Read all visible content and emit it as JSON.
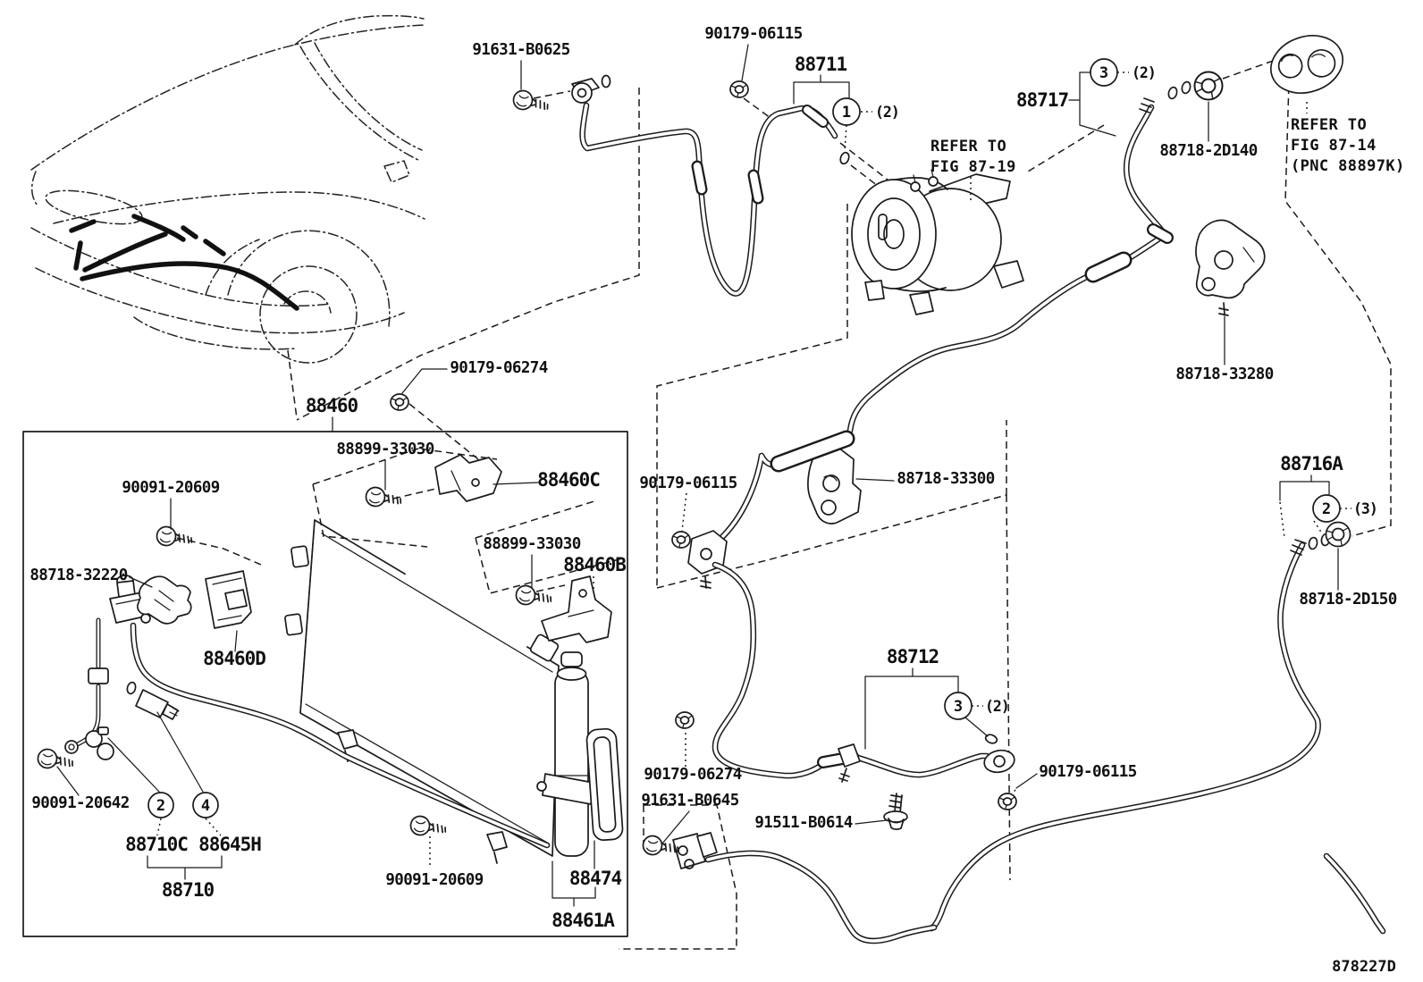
{
  "diagram": {
    "drawing_code": "878227D",
    "callouts": {
      "one": "1",
      "two": "2",
      "three": "3",
      "four": "4",
      "qty2": "(2)",
      "qty3": "(3)"
    },
    "notes": {
      "refer19_line1": "REFER TO",
      "refer19_line2": "FIG 87-19",
      "refer14_line1": "REFER TO",
      "refer14_line2": "FIG 87-14",
      "refer14_line3": "(PNC 88897K)"
    },
    "labels": {
      "bolt_91631_b0625": "91631-B0625",
      "nut_90179_06115_top": "90179-06115",
      "hose_88711": "88711",
      "pipe_88717": "88717",
      "nut_88718_2d140": "88718-2D140",
      "bracket_88718_33280": "88718-33280",
      "tube_88716a": "88716A",
      "nut_88718_2d150": "88718-2D150",
      "clamp_88718_33300": "88718-33300",
      "nut_90179_06115_mid": "90179-06115",
      "nut_90179_06274_top": "90179-06274",
      "condenser_88460": "88460",
      "screw_88899_33030_a": "88899-33030",
      "bracket_88460c": "88460C",
      "bolt_90091_20609_a": "90091-20609",
      "clamp_88718_32220": "88718-32220",
      "bracket_88460d": "88460D",
      "screw_88899_33030_b": "88899-33030",
      "bracket_88460b": "88460B",
      "hose_88712": "88712",
      "nut_90179_06274_low": "90179-06274",
      "bolt_91631_b0645": "91631-B0645",
      "bolt_91511_b0614": "91511-B0614",
      "nut_90179_06115_low": "90179-06115",
      "bolt_90091_20642": "90091-20642",
      "tube_88710c": "88710C",
      "switch_88645h": "88645H",
      "tube_88710": "88710",
      "bolt_90091_20609_b": "90091-20609",
      "bracket_88474": "88474",
      "packing_88461a": "88461A"
    }
  }
}
